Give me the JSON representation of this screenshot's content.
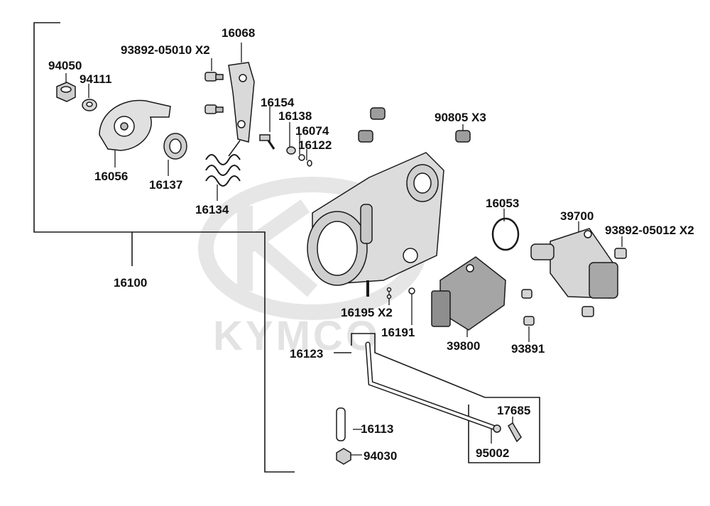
{
  "diagram": {
    "watermark": "KYMCO",
    "colors": {
      "line": "#1a1a1a",
      "part_fill": "#d4d4d4",
      "part_dark": "#9a9a9a",
      "watermark": "#e3e3e3"
    },
    "labels": {
      "p16068": "16068",
      "p93892_05010": "93892-05010 X2",
      "p94050": "94050",
      "p94111": "94111",
      "p16154": "16154",
      "p16138": "16138",
      "p16074": "16074",
      "p16122": "16122",
      "p90805": "90805 X3",
      "p16056": "16056",
      "p16137": "16137",
      "p16134": "16134",
      "p16053": "16053",
      "p39700": "39700",
      "p93892_05012": "93892-05012 X2",
      "p16100": "16100",
      "p16195": "16195 X2",
      "p16191": "16191",
      "p39800": "39800",
      "p93891": "93891",
      "p16123": "16123",
      "p17685": "17685",
      "p16113": "16113",
      "p95002": "95002",
      "p94030": "94030"
    }
  }
}
